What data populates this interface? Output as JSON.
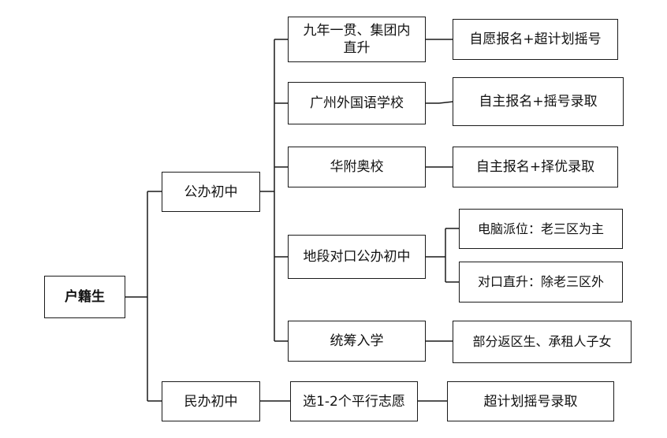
{
  "diagram": {
    "root": "户籍生",
    "level1": {
      "public": "公办初中",
      "private": "民办初中"
    },
    "public_schools": {
      "nine_year": "九年一贯、集团内直升",
      "guangwai": "广州外国语学校",
      "huafu": "华附奥校",
      "district": "地段对口公办初中",
      "overall": "统筹入学"
    },
    "admission_methods": {
      "nine_year": "自愿报名+超计划摇号",
      "guangwai": "自主报名+摇号录取",
      "huafu": "自主报名+择优录取",
      "computer_assign": "电脑派位：老三区为主",
      "direct_promotion": "对口直升：除老三区外",
      "overall": "部分返区生、承租人子女"
    },
    "private_path": {
      "choice": "选1-2个平行志愿",
      "method": "超计划摇号录取"
    }
  }
}
